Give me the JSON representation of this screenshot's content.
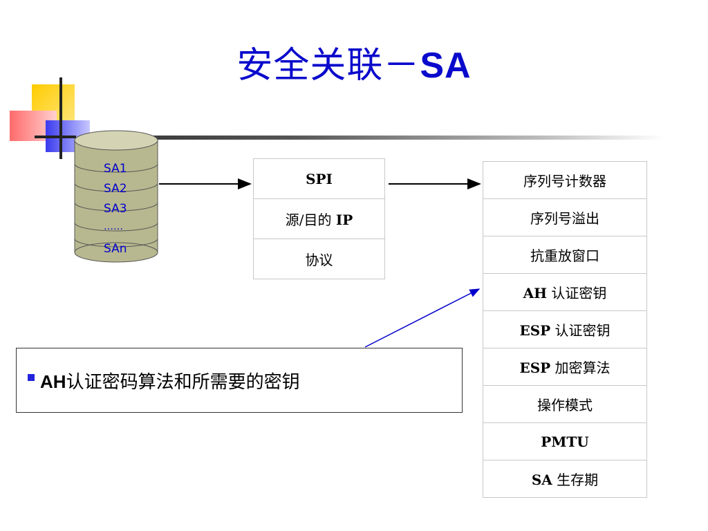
{
  "title": {
    "zh": "安全关联－",
    "en": "SA"
  },
  "database": {
    "entries": [
      "SA1",
      "SA2",
      "SA3",
      "……",
      "SAn"
    ]
  },
  "sa_fields": {
    "spi": "SPI",
    "src_dst_zh": "源/目的",
    "src_dst_en": "IP",
    "protocol": "协议"
  },
  "sa_params": {
    "seq_counter": "序列号计数器",
    "seq_overflow": "序列号溢出",
    "anti_replay": "抗重放窗口",
    "ah_key_en": "AH",
    "ah_key_zh": "认证密钥",
    "esp_auth_en": "ESP",
    "esp_auth_zh": "认证密钥",
    "esp_enc_en": "ESP",
    "esp_enc_zh": "加密算法",
    "mode": "操作模式",
    "pmtu": "PMTU",
    "lifetime_en": "SA",
    "lifetime_zh": "生存期"
  },
  "callout": {
    "en": "AH",
    "zh": "认证密码算法和所需要的密钥"
  },
  "colors": {
    "title": "#0a0acc",
    "label": "#0000cc",
    "arrow_blue": "#0000cc",
    "cylinder": "#b8b890"
  }
}
